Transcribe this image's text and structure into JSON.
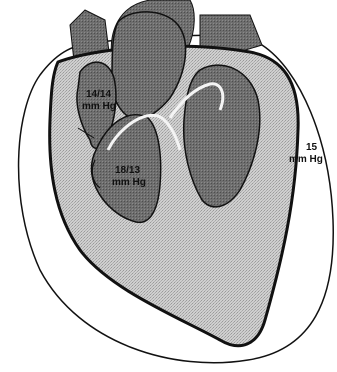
{
  "diagram": {
    "colors": {
      "outline": "#111111",
      "pericardial_sac": "#ffffff",
      "myocardium": "#c6c6c6",
      "chamber": "#6f6f6f",
      "great_vessels": "#4f4f4f"
    },
    "labels": {
      "right_atrium_pressure": {
        "line1": "14/14",
        "line2": "mm Hg"
      },
      "right_ventricle_pressure": {
        "line1": "18/13",
        "line2": "mm Hg"
      },
      "pericardial_pressure": {
        "line1": "15",
        "line2": "mm Hg"
      }
    }
  }
}
